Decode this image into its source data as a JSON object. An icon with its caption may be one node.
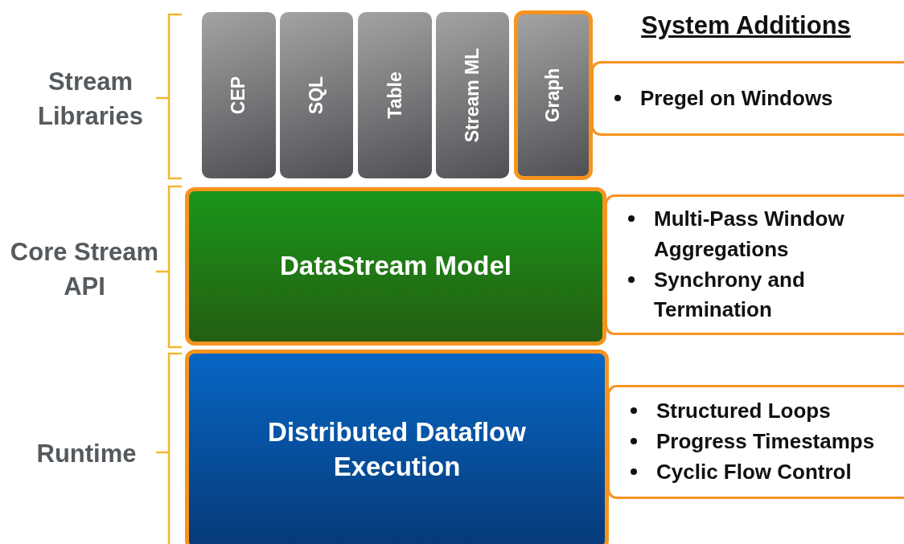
{
  "diagram": {
    "title": "System Additions",
    "nodes": [
      {
        "text": [
          "CEP"
        ]
      },
      {
        "text": [
          "SQL"
        ]
      },
      {
        "text": [
          "Table"
        ]
      },
      {
        "text": [
          "Stream ML"
        ]
      },
      {
        "text": [
          "Graph"
        ]
      },
      {
        "text": [
          "DataStream Model"
        ]
      },
      {
        "text": [
          "Distributed Dataflow Execution"
        ]
      },
      {
        "text": [
          "Pregel on Windows"
        ]
      },
      {
        "text": [
          "Multi-Pass Window Aggregations",
          "Synchrony and Termination"
        ]
      },
      {
        "text": [
          "Structured Loops",
          "Progress Timestamps",
          "Cyclic Flow Control"
        ]
      }
    ],
    "edges": [],
    "labels": [
      "Stream Libraries",
      "Core Stream API",
      "Runtime"
    ]
  }
}
